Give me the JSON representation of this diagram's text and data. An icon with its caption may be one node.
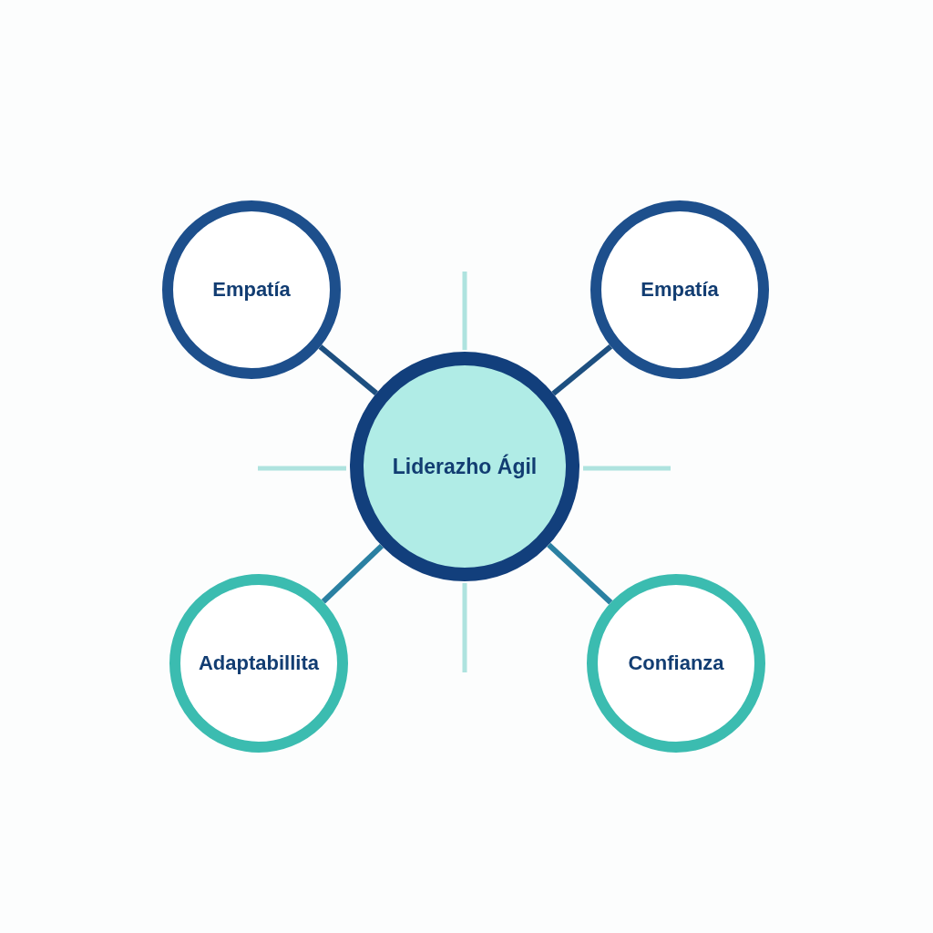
{
  "diagram": {
    "nodes": [
      {
        "text": [
          "Liderazho Ágil"
        ]
      },
      {
        "text": [
          "Empatía"
        ]
      },
      {
        "text": [
          "Empatía"
        ]
      },
      {
        "text": [
          "Adaptabillita"
        ]
      },
      {
        "text": [
          "Confianza"
        ]
      }
    ],
    "edges": [
      {
        "from": 0,
        "to": 1,
        "arrow": "none"
      },
      {
        "from": 0,
        "to": 2,
        "arrow": "none"
      },
      {
        "from": 0,
        "to": 3,
        "arrow": "none"
      },
      {
        "from": 0,
        "to": 4,
        "arrow": "none"
      }
    ]
  }
}
